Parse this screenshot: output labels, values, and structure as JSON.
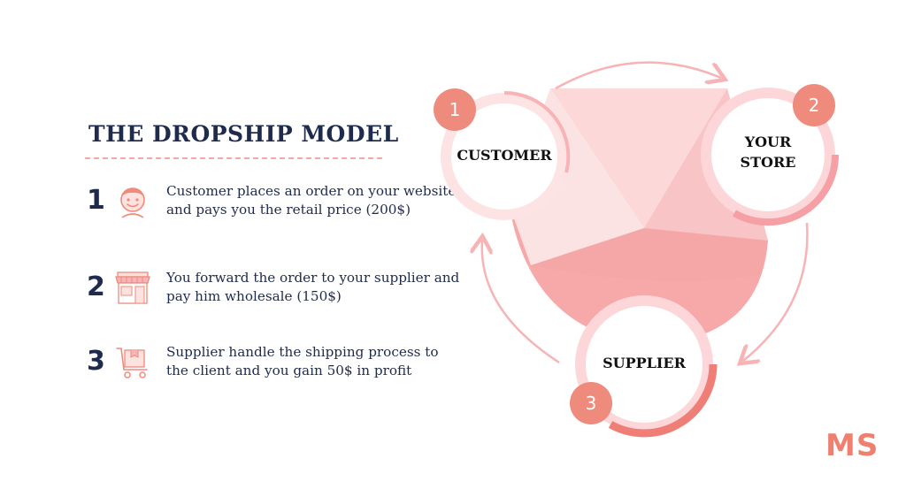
{
  "title": "THE DROPSHIP MODEL",
  "steps": [
    {
      "number": "1",
      "icon": "customer-face-icon",
      "text": "Customer places an order on your website and pays you the retail price (200$)"
    },
    {
      "number": "2",
      "icon": "storefront-icon",
      "text": "You forward the order to your supplier and pay him wholesale (150$)"
    },
    {
      "number": "3",
      "icon": "delivery-cart-icon",
      "text": "Supplier handle the shipping process to the client and you gain 50$ in profit"
    }
  ],
  "cycle": {
    "nodes": [
      {
        "badge": "1",
        "label": "CUSTOMER"
      },
      {
        "badge": "2",
        "label_lines": [
          "YOUR",
          "STORE"
        ]
      },
      {
        "badge": "3",
        "label": "SUPPLIER"
      }
    ]
  },
  "logo": "MS",
  "colors": {
    "navy": "#1f2b4d",
    "coral": "#ef7f6f",
    "light_pink": "#fbd9da",
    "mid_pink": "#f7b3b5"
  }
}
